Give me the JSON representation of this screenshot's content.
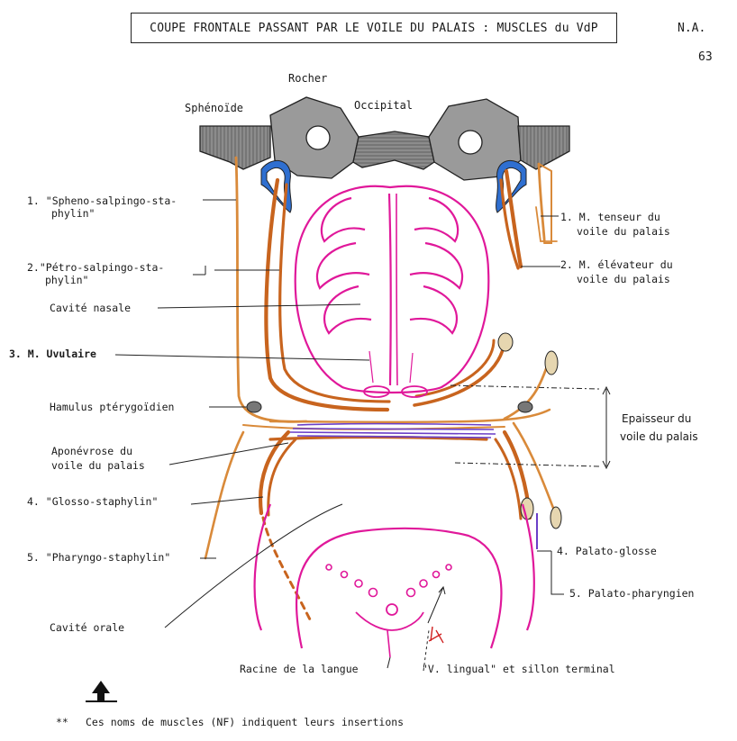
{
  "title": "COUPE FRONTALE PASSANT PAR LE VOILE DU PALAIS : MUSCLES du VdP",
  "header": {
    "author": "N.A.",
    "page": "63"
  },
  "bones": {
    "rocher": "Rocher",
    "occipital": "Occipital",
    "sphenoide": "Sphénoïde"
  },
  "labels_left": {
    "l1a": "1. \"Spheno-salpingo-sta-",
    "l1b": "phylin\"",
    "l2a": "2.\"Pétro-salpingo-sta-",
    "l2b": "phylin\"",
    "cavite_nasale": "Cavité nasale",
    "uvulaire": "3. M. Uvulaire",
    "hamulus": "Hamulus ptérygoïdien",
    "aponevrose_a": "Aponévrose du",
    "aponevrose_b": "voile du palais",
    "glosso": "4. \"Glosso-staphylin\"",
    "pharyngo": "5. \"Pharyngo-staphylin\"",
    "cavite_orale": "Cavité orale"
  },
  "labels_right": {
    "tenseur_a": "1. M. tenseur du",
    "tenseur_b": "voile du palais",
    "elevateur_a": "2. M. élévateur du",
    "elevateur_b": "voile du palais",
    "epaisseur_a": "Epaisseur du",
    "epaisseur_b": "voile du palais",
    "palato_glosse": "4. Palato-glosse",
    "palato_pharyngien": "5. Palato-pharyngien"
  },
  "labels_bottom": {
    "racine": "Racine de la langue",
    "v_lingual": "\"V. lingual\" et sillon terminal"
  },
  "footnote": {
    "marker": "**",
    "text": "Ces noms de muscles (NF) indiquent leurs insertions"
  },
  "colors": {
    "muscle": "#c8641e",
    "muscle_light": "#d98a3a",
    "mucosa": "#e0189a",
    "aponeurosis": "#6a3fc8",
    "bone_fill": "#9a9a9a",
    "tube": "#2f6fd0",
    "line": "#222222"
  }
}
